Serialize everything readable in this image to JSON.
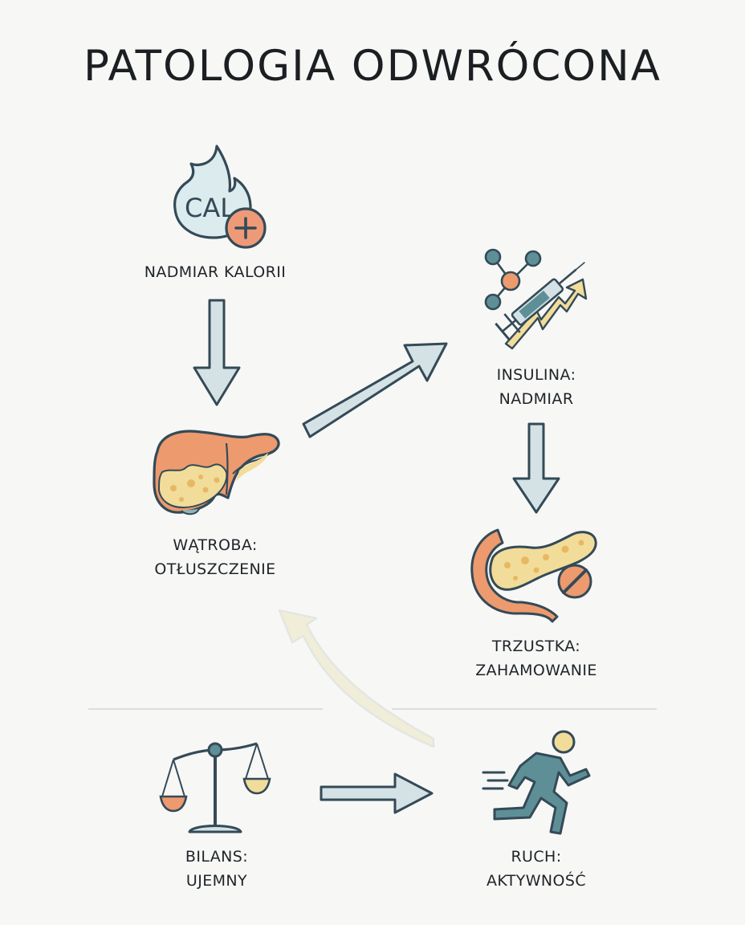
{
  "title": "PATOLOGIA ODWRÓCONA",
  "nodes": {
    "calories": {
      "label": "NADMIAR KALORII",
      "icon_text": "CAL",
      "icon": "flame-calorie-plus-icon"
    },
    "insulin": {
      "line1": "INSULINA:",
      "line2": "NADMIAR",
      "icon": "molecule-syringe-trend-icon"
    },
    "liver": {
      "line1": "WĄTROBA:",
      "line2": "OTŁUSZCZENIE",
      "icon": "fatty-liver-icon"
    },
    "pancreas": {
      "line1": "TRZUSTKA:",
      "line2": "ZAHAMOWANIE",
      "icon": "pancreas-blocked-icon"
    },
    "balance": {
      "line1": "BILANS:",
      "line2": "UJEMNY",
      "icon": "scale-icon"
    },
    "movement": {
      "line1": "RUCH:",
      "line2": "AKTYWNOŚĆ",
      "icon": "runner-icon"
    }
  },
  "colors": {
    "outline": "#344a57",
    "arrow_fill": "#d4e2e6",
    "accent_orange": "#e9926c",
    "fat_yellow": "#f2dc9a",
    "teal": "#5e8f97",
    "faded_arrow": "#ede9d4"
  }
}
